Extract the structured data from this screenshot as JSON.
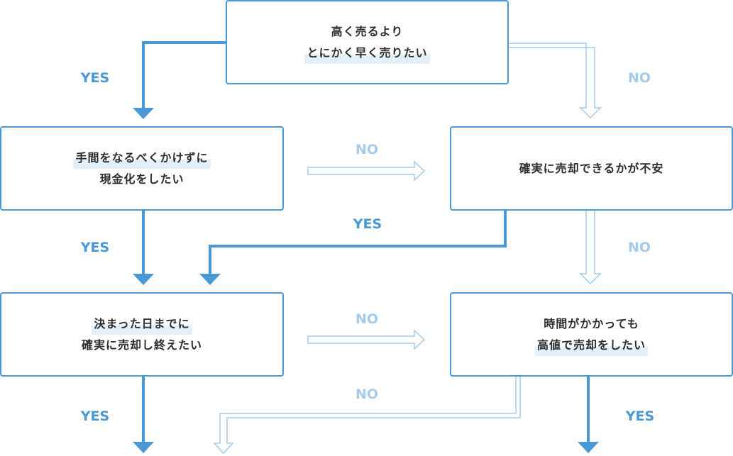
{
  "nodes": {
    "n1": {
      "line1": "高く売るより",
      "line2": "とにかく早く売りたい"
    },
    "n2": {
      "line1": "手間をなるべくかけずに",
      "line2": "現金化をしたい"
    },
    "n3": {
      "line1": "確実に売却できるかが不安"
    },
    "n4": {
      "line1": "決まった日までに",
      "line2": "確実に売却し終えたい"
    },
    "n5": {
      "line1": "時間がかかっても",
      "line2": "高値で売却をしたい"
    }
  },
  "labels": {
    "yes": "YES",
    "no": "NO"
  },
  "colors": {
    "yes_arrow": "#4a98d4",
    "no_arrow": "#a4cbe9",
    "node_border": "#4a98d4",
    "highlight": "#e3f0fa"
  }
}
